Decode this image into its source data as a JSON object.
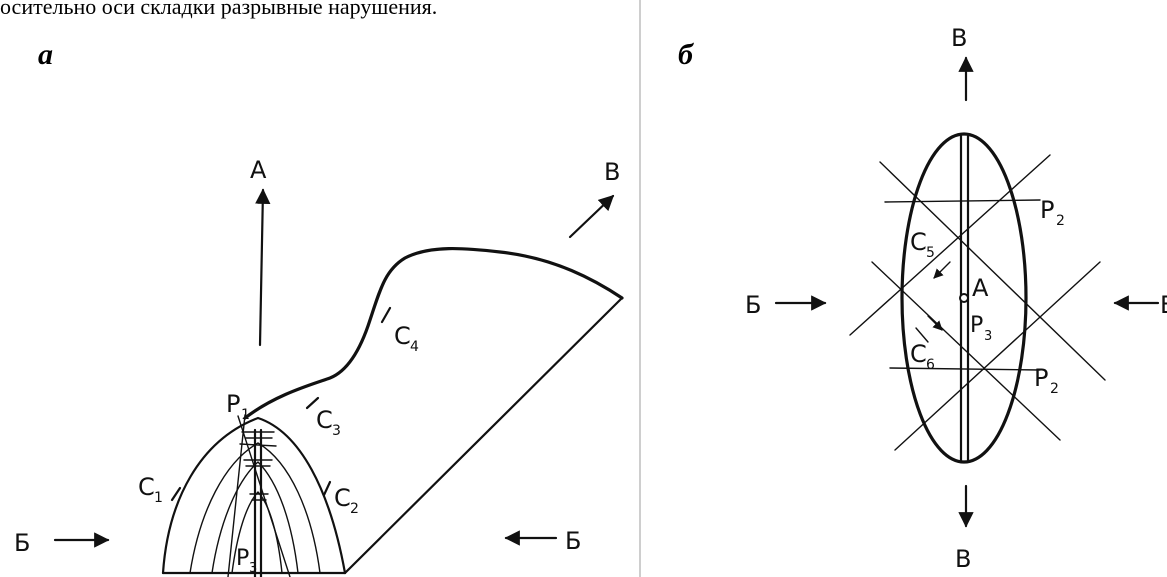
{
  "caption": {
    "text": "осительно оси складки разрывные нарушения."
  },
  "panel_a": {
    "label": "а",
    "arrow_up_label": "А",
    "arrow_diag_label": "В",
    "arrow_left_label": "Б",
    "arrow_right_label": "Б",
    "labels": {
      "p1": "P",
      "p1_sub": "1",
      "p3": "P",
      "p3_sub": "3",
      "c1": "C",
      "c1_sub": "1",
      "c2": "C",
      "c2_sub": "2",
      "c3": "C",
      "c3_sub": "3",
      "c4": "C",
      "c4_sub": "4"
    }
  },
  "panel_b": {
    "label": "б",
    "arrow_top_label": "В",
    "arrow_bottom_label": "В",
    "arrow_left_label": "Б",
    "arrow_right_label": "Б",
    "center_label": "A",
    "labels": {
      "p2_top": "P",
      "p2_top_sub": "2",
      "p2_bottom": "P",
      "p2_bottom_sub": "2",
      "p3": "P",
      "p3_sub": "3",
      "c5": "C",
      "c5_sub": "5",
      "c6": "C",
      "c6_sub": "6"
    }
  },
  "colors": {
    "ink": "#111111",
    "divider": "#bdbdbd",
    "background": "#ffffff"
  }
}
